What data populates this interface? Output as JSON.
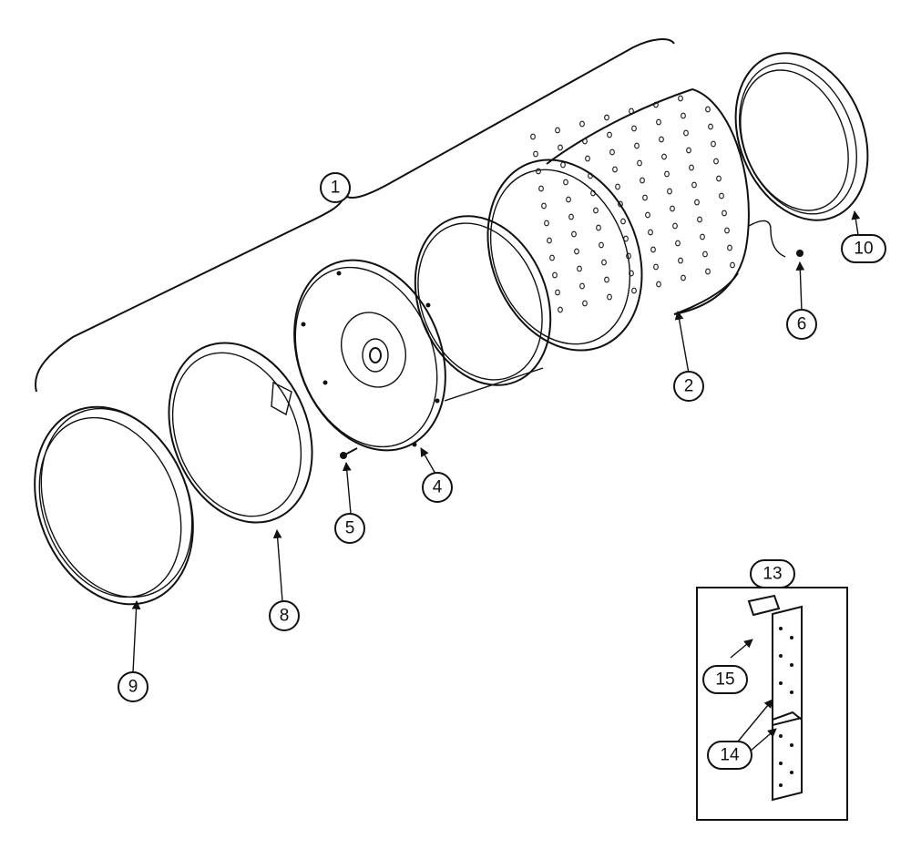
{
  "callouts": {
    "c1": "1",
    "c2": "2",
    "c4": "4",
    "c5": "5",
    "c6": "6",
    "c8": "8",
    "c9": "9",
    "c10": "10",
    "c13": "13",
    "c14": "14",
    "c15": "15"
  }
}
